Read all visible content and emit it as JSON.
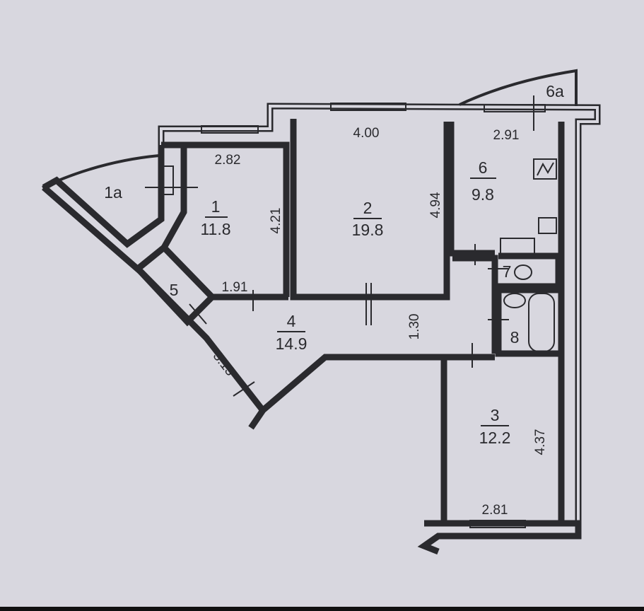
{
  "rooms": [
    {
      "id": "1",
      "area": "11.8"
    },
    {
      "id": "2",
      "area": "19.8"
    },
    {
      "id": "3",
      "area": "12.2"
    },
    {
      "id": "4",
      "area": "14.9"
    },
    {
      "id": "5"
    },
    {
      "id": "6",
      "area": "9.8"
    },
    {
      "id": "7"
    },
    {
      "id": "8"
    },
    {
      "id": "1а"
    },
    {
      "id": "6а"
    }
  ],
  "dimensions": {
    "room1_width": "2.82",
    "room1_depth": "4.21",
    "room2_width": "4.00",
    "room2_depth": "4.94",
    "room6_width": "2.91",
    "room3_width": "2.81",
    "room3_depth": "4.37",
    "corridor_width": "1.30",
    "hall_1": "1.91",
    "hall_diag": "3.13"
  },
  "colors": {
    "background": "#d8d7df",
    "ink": "#2a2a2e"
  }
}
